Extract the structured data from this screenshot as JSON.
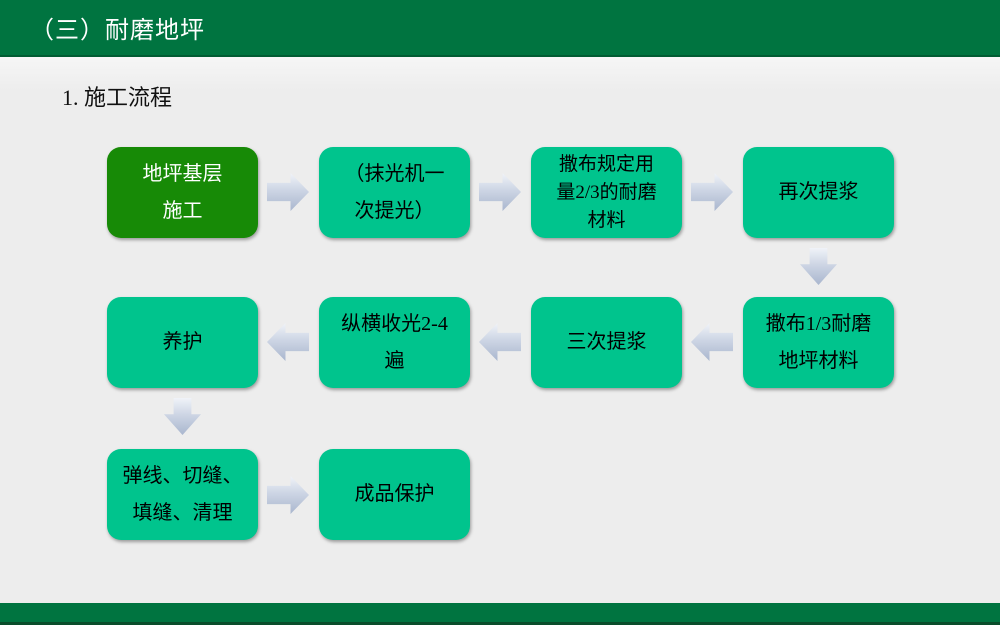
{
  "slide": {
    "title": "（三）耐磨地坪",
    "subtitle": "1. 施工流程",
    "theme": {
      "header_green": "#007440",
      "footer_green": "#007440",
      "dark_node_green": "#178a06",
      "teal_node_green": "#00c48d",
      "background_gray": "#ededed",
      "arrow_gray_blue": "#a9b6ce"
    },
    "flowchart": {
      "nodes": [
        {
          "label": "地坪基层\n施工",
          "variant": "dark"
        },
        {
          "label": "（抹光机一\n次提光）",
          "variant": "teal"
        },
        {
          "label": "撒布规定用\n量2/3的耐磨\n材料",
          "variant": "teal"
        },
        {
          "label": "再次提浆",
          "variant": "teal"
        },
        {
          "label": "撒布1/3耐磨\n地坪材料",
          "variant": "teal"
        },
        {
          "label": "三次提浆",
          "variant": "teal"
        },
        {
          "label": "纵横收光2-4\n遍",
          "variant": "teal"
        },
        {
          "label": "养护",
          "variant": "teal"
        },
        {
          "label": "弹线、切缝、\n填缝、清理",
          "variant": "teal"
        },
        {
          "label": "成品保护",
          "variant": "teal"
        }
      ],
      "flow_order": "地坪基层施工 → （抹光机一次提光） → 撒布规定用量2/3的耐磨材料 → 再次提浆 ↓ 撒布1/3耐磨地坪材料 → 三次提浆 → 纵横收光2-4遍 → 养护 ↓ 弹线、切缝、填缝、清理 → 成品保护"
    }
  }
}
